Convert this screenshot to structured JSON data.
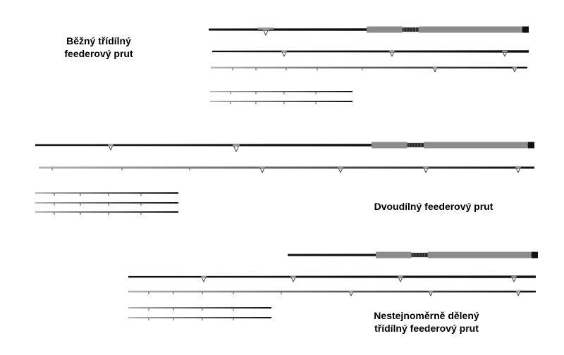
{
  "captions": {
    "standard_three_piece": [
      "Běžný třídílný",
      "feederový prut"
    ],
    "two_piece": [
      "Dvoudílný feederový prut"
    ],
    "uneven_three_piece": [
      "Nestejnoměrně dělený",
      "třídílný feederový prut"
    ]
  },
  "colors": {
    "blank": "#111111",
    "grip": "#8c8c8c",
    "reel_seat": "#2a2a2a",
    "guide": "#444444",
    "tip": "#b5b5b5"
  },
  "icons": [
    "rod-guide-icon",
    "reel-seat-icon"
  ]
}
